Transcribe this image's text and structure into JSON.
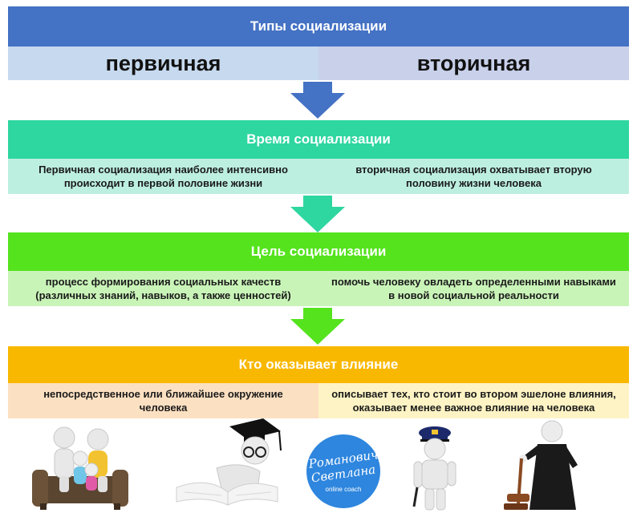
{
  "types": {
    "title": "Типы социализации",
    "left": "первичная",
    "right": "вторичная",
    "band_color": "#4472C4",
    "left_color": "#C6D9EE",
    "right_color": "#C8D0EA"
  },
  "time": {
    "title": "Время социализации",
    "left": "Первичная социализация наиболее интенсивно происходит в первой половине жизни",
    "right": "вторичная социализация охватывает вторую половину жизни человека",
    "band_color": "#2ED6A0",
    "row_color": "#BDEFE1"
  },
  "goal": {
    "title": "Цель социализации",
    "left": "процесс формирования социальных качеств (различных знаний, навыков, а также ценностей)",
    "right": "помочь человеку овладеть определенными навыками в новой социальной реальности",
    "band_color": "#55E31E",
    "row_color": "#C9F4B8"
  },
  "influence": {
    "title": "Кто оказывает влияние",
    "left": "непосредственное или ближайшее окружение человека",
    "right": "описывает тех, кто стоит во втором эшелоне влияния, оказывает менее важное влияние на человека",
    "band_color": "#F9B800",
    "left_color": "#FCE0C2",
    "right_color": "#FDF3C4"
  },
  "logo": {
    "line1": "Романович",
    "line2": "Светлана",
    "tagline": "online coach",
    "color": "#2E86DE"
  },
  "illustrations": [
    {
      "icon": "family-on-sofa-icon"
    },
    {
      "icon": "graduate-reading-book-icon"
    },
    {
      "icon": "police-officer-icon"
    },
    {
      "icon": "judge-with-gavel-icon"
    }
  ]
}
